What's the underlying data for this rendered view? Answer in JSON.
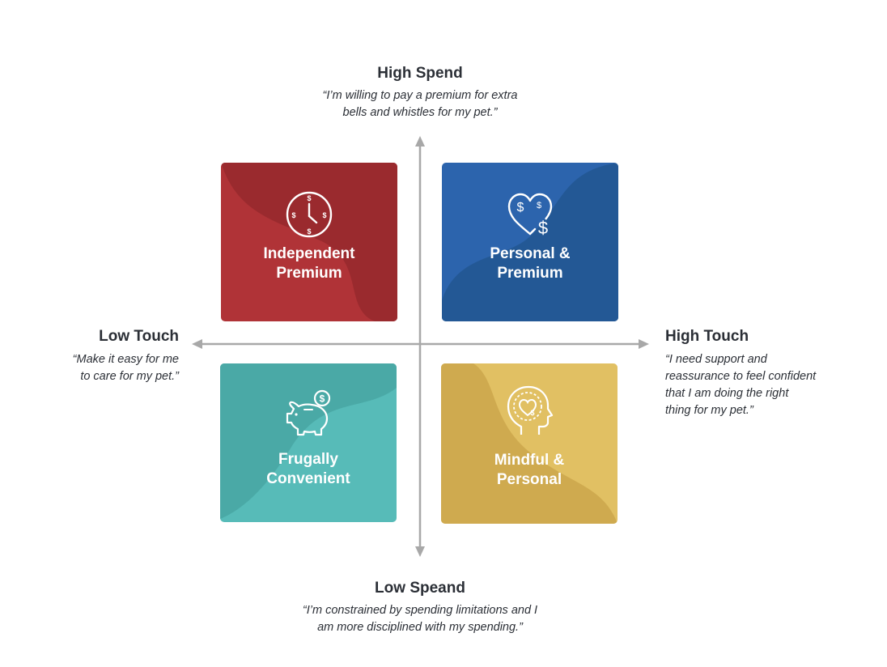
{
  "colors": {
    "axis": "#a8a8a8",
    "text": "#2b2f36",
    "red": "#b03337",
    "red_dark": "#9a2a2e",
    "blue": "#2c64ad",
    "blue_dark": "#235895",
    "teal": "#57bbb8",
    "teal_dark": "#4aa9a6",
    "yellow": "#e1c063",
    "yellow_dark": "#cfaa4f"
  },
  "top": {
    "heading": "High Spend",
    "quote_line1": "“I’m willing to pay a premium for extra",
    "quote_line2": "bells and whistles for my pet.”"
  },
  "bottom": {
    "heading": "Low Speand",
    "quote_line1": "“I’m constrained by spending limitations and I",
    "quote_line2": "am more disciplined with my spending.”"
  },
  "left": {
    "heading": "Low Touch",
    "quote_line1": "“Make it easy for me",
    "quote_line2": "to care for my pet.”"
  },
  "right": {
    "heading": "High Touch",
    "quote_line1": "“I need support and",
    "quote_line2": "reassurance to feel confident",
    "quote_line3": "that I am doing the right",
    "quote_line4": "thing for my pet.”"
  },
  "quadrants": {
    "top_left": {
      "line1": "Independent",
      "line2": "Premium",
      "icon": "clock-dollar-icon"
    },
    "top_right": {
      "line1": "Personal &",
      "line2": "Premium",
      "icon": "heart-dollar-icon"
    },
    "bottom_left": {
      "line1": "Frugally",
      "line2": "Convenient",
      "icon": "piggy-bank-icon"
    },
    "bottom_right": {
      "line1": "Mindful &",
      "line2": "Personal",
      "icon": "head-heart-icon"
    }
  }
}
